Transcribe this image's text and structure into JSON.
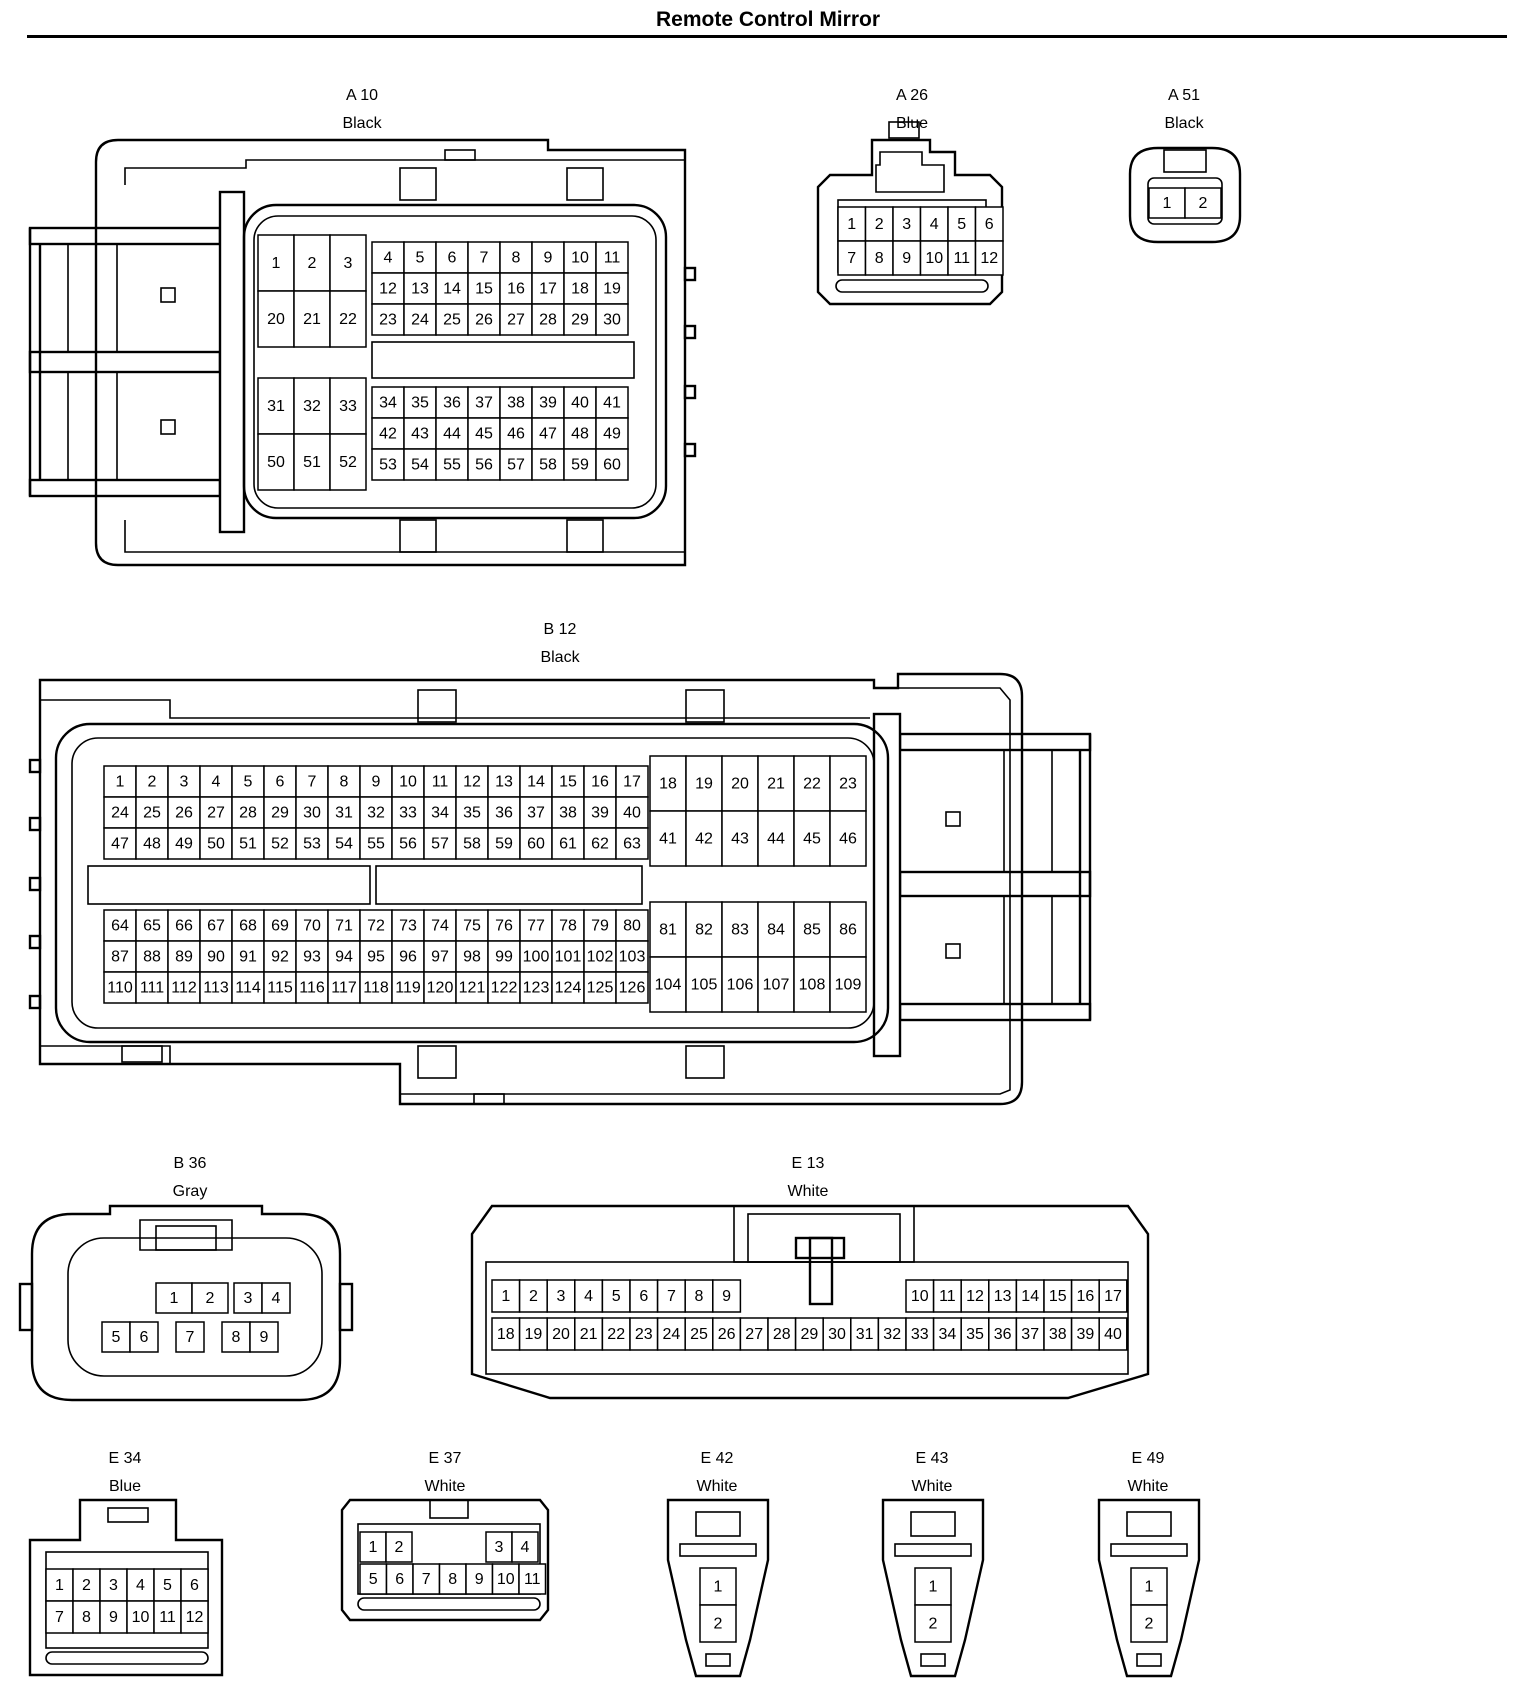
{
  "page": {
    "title": "Remote Control Mirror"
  },
  "connectors": [
    {
      "id": "A10",
      "code": "A 10",
      "color": "Black"
    },
    {
      "id": "A26",
      "code": "A 26",
      "color": "Blue"
    },
    {
      "id": "A51",
      "code": "A 51",
      "color": "Black"
    },
    {
      "id": "B12",
      "code": "B 12",
      "color": "Black"
    },
    {
      "id": "B36",
      "code": "B 36",
      "color": "Gray"
    },
    {
      "id": "E13",
      "code": "E 13",
      "color": "White"
    },
    {
      "id": "E34",
      "code": "E 34",
      "color": "Blue"
    },
    {
      "id": "E37",
      "code": "E 37",
      "color": "White"
    },
    {
      "id": "E42",
      "code": "E 42",
      "color": "White"
    },
    {
      "id": "E43",
      "code": "E 43",
      "color": "White"
    },
    {
      "id": "E49",
      "code": "E 49",
      "color": "White"
    }
  ]
}
